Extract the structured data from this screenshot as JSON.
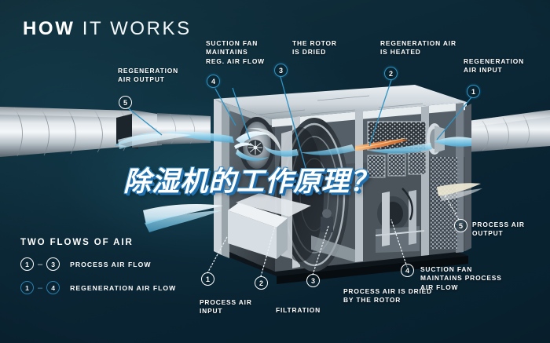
{
  "title": {
    "word1": "HOW",
    "word2": "IT WORKS"
  },
  "headline_cn": "除湿机的工作原理？",
  "callouts": [
    {
      "id": "regeneration-air-output",
      "number": "5",
      "label": "REGENERATION\nAIR OUTPUT",
      "ring": "white"
    },
    {
      "id": "suction-fan-reg",
      "number": "4",
      "label": "SUCTION FAN\nMAINTAINS\nREG. AIR FLOW",
      "ring": "blue"
    },
    {
      "id": "rotor-is-dried",
      "number": "3",
      "label": "THE ROTOR\nIS DRIED",
      "ring": "blue"
    },
    {
      "id": "regeneration-air-heated",
      "number": "2",
      "label": "REGENERATION AIR\nIS HEATED",
      "ring": "blue"
    },
    {
      "id": "regeneration-air-input",
      "number": "1",
      "label": "REGENERATION\nAIR INPUT",
      "ring": "blue"
    },
    {
      "id": "process-air-output",
      "number": "5",
      "label": "PROCESS AIR\nOUTPUT",
      "ring": "white"
    },
    {
      "id": "suction-fan-process",
      "number": "4",
      "label": "SUCTION FAN\nMAINTAINS PROCESS\nAIR FLOW",
      "ring": "white"
    },
    {
      "id": "process-air-dried",
      "number": "3",
      "label": "PROCESS AIR IS DRIED\nBY THE ROTOR",
      "ring": "white"
    },
    {
      "id": "filtration",
      "number": "2",
      "label": "FILTRATION",
      "ring": "white"
    },
    {
      "id": "process-air-input",
      "number": "1",
      "label": "PROCESS AIR\nINPUT",
      "ring": "white"
    }
  ],
  "legend": {
    "heading": "TWO FLOWS OF AIR",
    "rows": [
      {
        "from": "1",
        "dash": "–",
        "to": "3",
        "label": "PROCESS AIR FLOW",
        "style": "white"
      },
      {
        "from": "1",
        "dash": "–",
        "to": "4",
        "label": "REGENERATION AIR FLOW",
        "style": "blue"
      }
    ]
  },
  "colors": {
    "background_top_left": "#12303c",
    "background_bottom_right": "#08202e",
    "accent_blue": "#2e93c4",
    "airflow_blue": "#7ec8e8",
    "heat_orange": "#e8894a",
    "text_white": "#ffffff"
  }
}
